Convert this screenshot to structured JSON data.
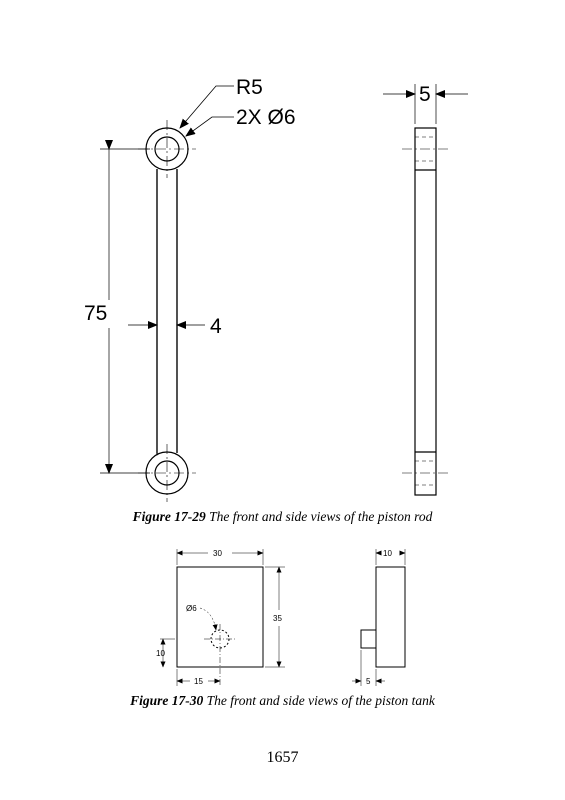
{
  "figure1": {
    "dims": {
      "radius": "R5",
      "holes": "2X Ø6",
      "thickness": "5",
      "length": "75",
      "width": "4"
    },
    "caption_label": "Figure 17-29",
    "caption_text": " The front and side views of the piston rod"
  },
  "figure2": {
    "dims": {
      "width": "30",
      "side_width": "10",
      "height": "35",
      "hole": "Ø6",
      "hole_height": "10",
      "hole_offset": "15",
      "boss": "5"
    },
    "caption_label": "Figure 17-30",
    "caption_text": " The front and side views of the piston tank"
  },
  "page_number": "1657"
}
